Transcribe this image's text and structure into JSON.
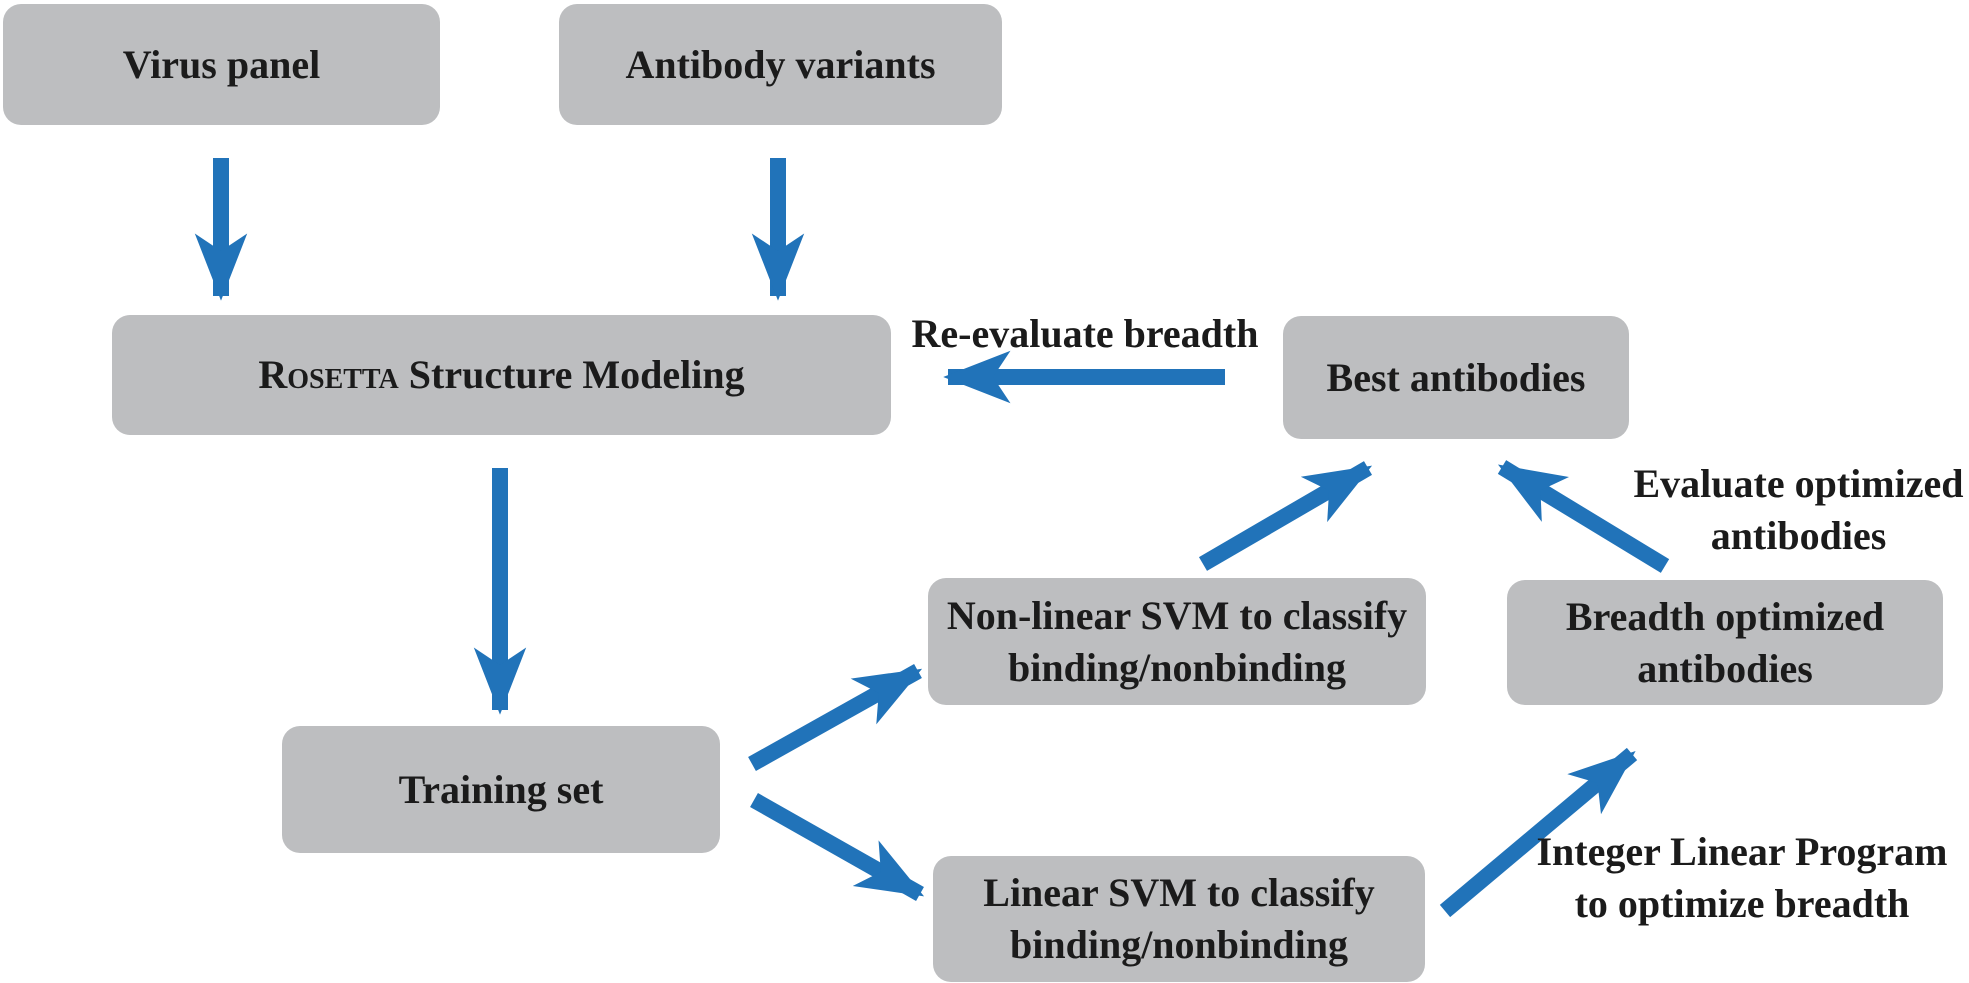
{
  "diagram": {
    "title": "Antibody breadth optimization workflow",
    "background": "#ffffff",
    "box_fill": "#bdbec0",
    "arrow_color": "#2173b9",
    "text_color": "#1b1b1b"
  },
  "nodes": {
    "virus_panel": {
      "label": "Virus panel"
    },
    "antibody_variants": {
      "label": "Antibody variants"
    },
    "rosetta": {
      "label_smallcaps": "Rosetta",
      "label_rest": " Structure Modeling"
    },
    "best_antibodies": {
      "label": "Best antibodies"
    },
    "training_set": {
      "label": "Training set"
    },
    "nonlinear_svm": {
      "label": "Non-linear SVM to classify\nbinding/nonbinding"
    },
    "linear_svm": {
      "label": "Linear SVM to classify\nbinding/nonbinding"
    },
    "breadth_optimized": {
      "label": "Breadth optimized\nantibodies"
    }
  },
  "arrow_labels": {
    "re_evaluate": "Re-evaluate breadth",
    "evaluate_optimized": "Evaluate optimized\nantibodies",
    "integer_lp": "Integer Linear Program\nto optimize breadth"
  },
  "arrows": [
    {
      "from": "virus_panel",
      "to": "rosetta",
      "label_key": null
    },
    {
      "from": "antibody_variants",
      "to": "rosetta",
      "label_key": null
    },
    {
      "from": "best_antibodies",
      "to": "rosetta",
      "label_key": "re_evaluate"
    },
    {
      "from": "rosetta",
      "to": "training_set",
      "label_key": null
    },
    {
      "from": "training_set",
      "to": "nonlinear_svm",
      "label_key": null
    },
    {
      "from": "training_set",
      "to": "linear_svm",
      "label_key": null
    },
    {
      "from": "nonlinear_svm",
      "to": "best_antibodies",
      "label_key": null
    },
    {
      "from": "breadth_optimized",
      "to": "best_antibodies",
      "label_key": "evaluate_optimized"
    },
    {
      "from": "linear_svm",
      "to": "breadth_optimized",
      "label_key": "integer_lp"
    }
  ]
}
